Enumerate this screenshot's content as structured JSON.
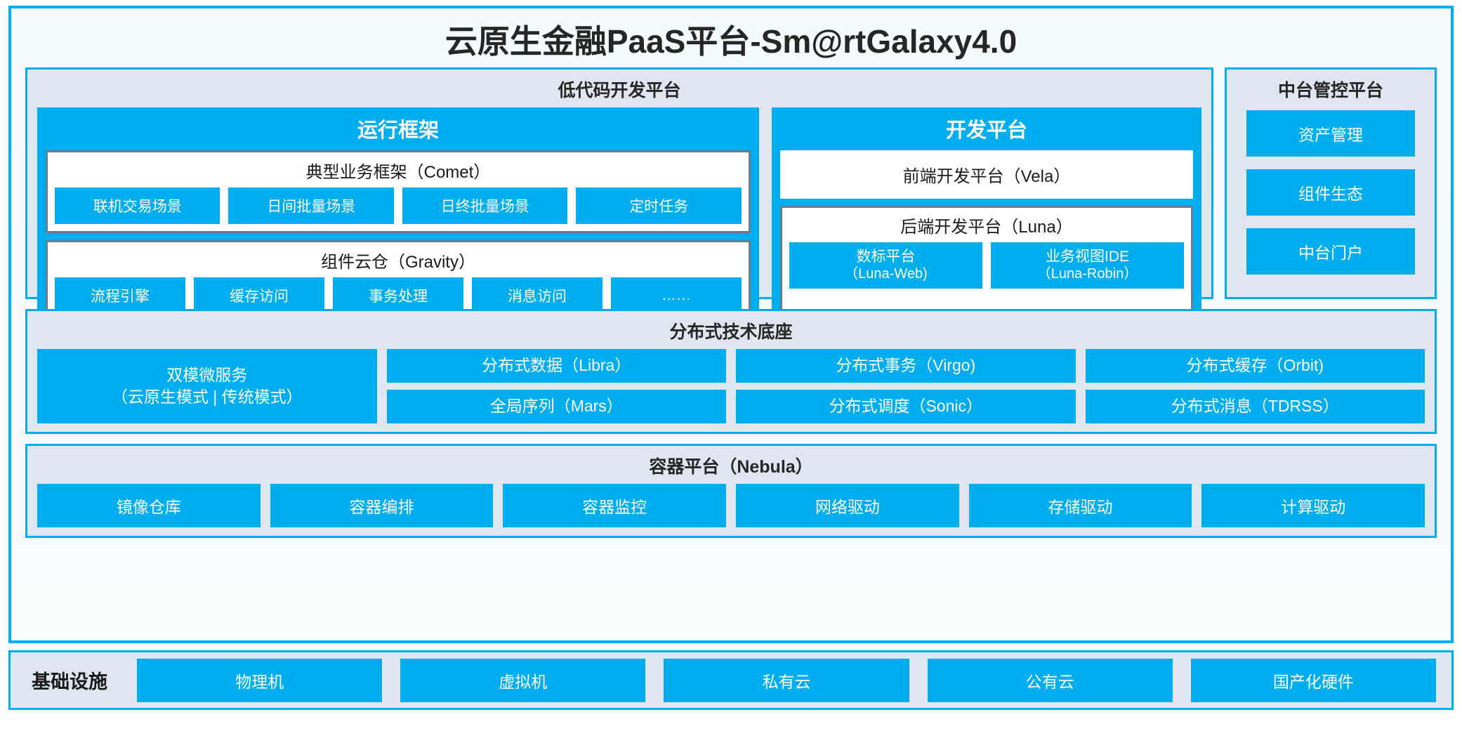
{
  "colors": {
    "accent": "#00AEEF",
    "panel_bg": "#DFE6EF",
    "frame_bg": "#F6FBFD",
    "group_border": "#6E7B8B",
    "text_dark": "#262626"
  },
  "title": "云原生金融PaaS平台-Sm@rtGalaxy4.0",
  "low_code": {
    "title": "低代码开发平台",
    "runtime": {
      "title": "运行框架",
      "comet": {
        "title": "典型业务框架（Comet）",
        "items": [
          "联机交易场景",
          "日间批量场景",
          "日终批量场景",
          "定时任务"
        ]
      },
      "gravity": {
        "title": "组件云仓（Gravity）",
        "items": [
          "流程引擎",
          "缓存访问",
          "事务处理",
          "消息访问",
          "……"
        ]
      }
    },
    "dev_platform": {
      "title": "开发平台",
      "frontend": "前端开发平台（Vela）",
      "backend": {
        "title": "后端开发平台（Luna）",
        "items": [
          {
            "name": "数标平台",
            "code": "（Luna-Web)"
          },
          {
            "name": "业务视图IDE",
            "code": "（Luna-Robin）"
          }
        ]
      }
    }
  },
  "mid_control": {
    "title": "中台管控平台",
    "items": [
      "资产管理",
      "组件生态",
      "中台门户"
    ]
  },
  "distributed_base": {
    "title": "分布式技术底座",
    "microservice": {
      "line1": "双模微服务",
      "line2": "（云原生模式 | 传统模式）"
    },
    "columns": [
      [
        "分布式数据（Libra）",
        "全局序列（Mars）"
      ],
      [
        "分布式事务（Virgo)",
        "分布式调度（Sonic）"
      ],
      [
        "分布式缓存（Orbit)",
        "分布式消息（TDRSS）"
      ]
    ]
  },
  "container_platform": {
    "title": "容器平台（Nebula）",
    "items": [
      "镜像仓库",
      "容器编排",
      "容器监控",
      "网络驱动",
      "存储驱动",
      "计算驱动"
    ]
  },
  "infrastructure": {
    "label": "基础设施",
    "items": [
      "物理机",
      "虚拟机",
      "私有云",
      "公有云",
      "国产化硬件"
    ]
  }
}
